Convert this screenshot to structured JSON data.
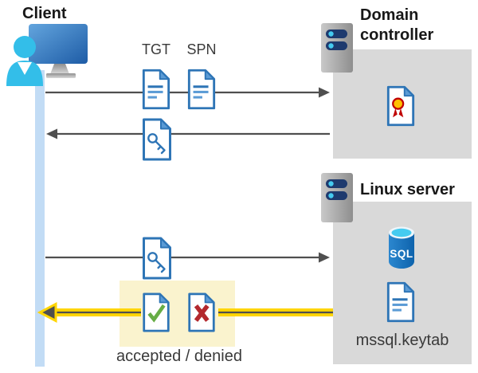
{
  "diagram": {
    "client": {
      "label": "Client"
    },
    "domain_controller": {
      "label": "Domain controller"
    },
    "linux_server": {
      "label": "Linux server",
      "sql_badge": "SQL",
      "keytab_label": "mssql.keytab"
    },
    "messages": {
      "tgt_label": "TGT",
      "spn_label": "SPN",
      "result_label": "accepted / denied"
    },
    "colors": {
      "doc_blue": "#2E75B6",
      "fold_blue": "#5B9BD5",
      "line_blue": "#5B9BD5",
      "arrow_gray": "#4F4F4F",
      "panel_gray": "#D9D9D9",
      "lifeline_blue": "#C2DCF5",
      "highlight_yellow": "#FFD500",
      "highlight_panel": "#FAF3CE",
      "check_green": "#67AD45",
      "cross_red": "#B3282D",
      "cert_gold": "#FFC000",
      "cert_red": "#C00000",
      "sql_cyan": "#45CBF0",
      "server_pill_navy": "#1E3A6E",
      "person_cyan": "#33BEE9"
    }
  }
}
